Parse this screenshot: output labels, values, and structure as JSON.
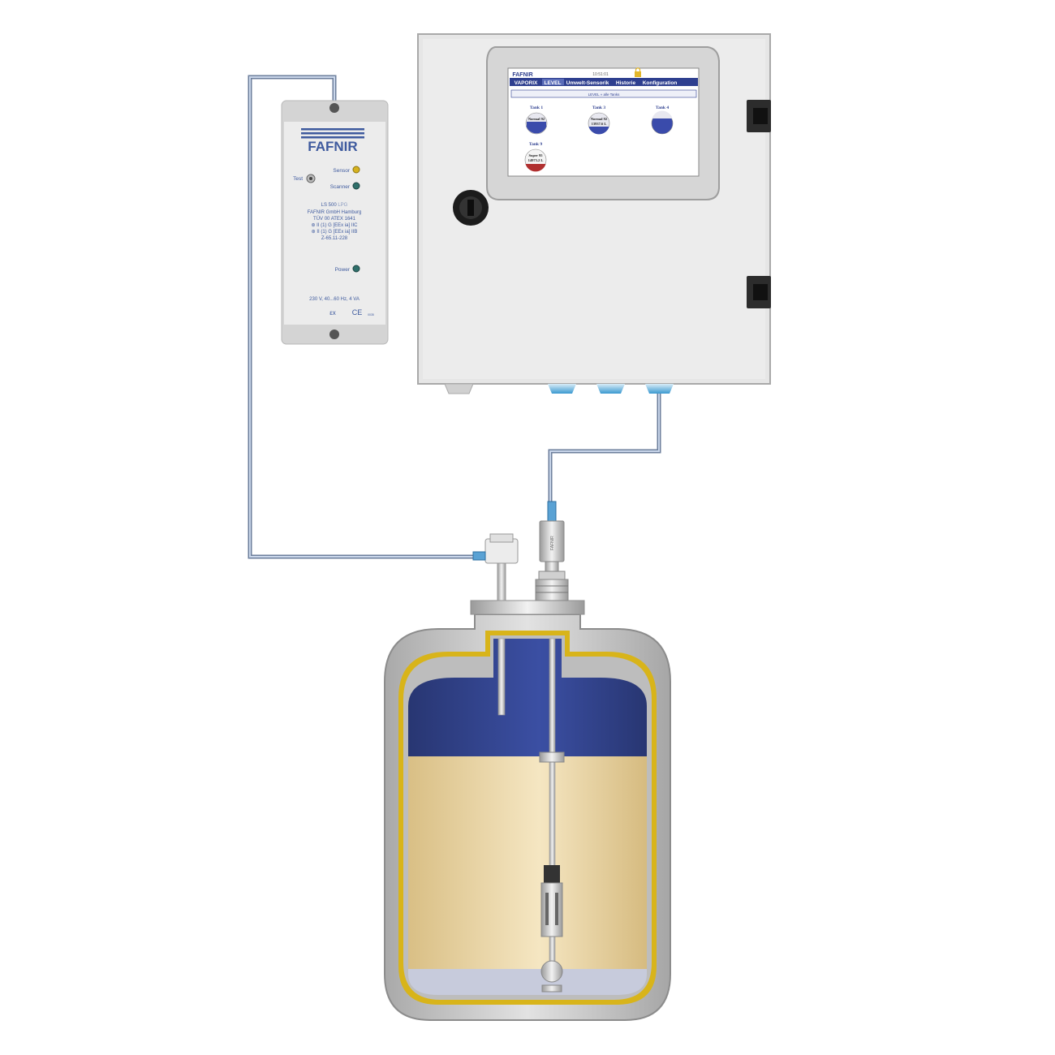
{
  "barrier": {
    "brand": "FAFNIR",
    "test_label": "Test",
    "sensor_label": "Sensor",
    "scanner_label": "Scanner",
    "power_label": "Power",
    "model": "LS 500",
    "model_suffix": "LPG",
    "cert_lines": [
      "FAFNIR GmbH Hamburg",
      "TÜV 00 ATEX 1641",
      "⊛ II (1) G [EEx ia] IIC",
      "⊛ II (1) G [EEx ia] IIB",
      "Z-65.11-228"
    ],
    "supply": "230 V, 40...60 Hz, 4 VA",
    "ex_mark": "εx",
    "ce_mark": "CE",
    "ce_number": "0035"
  },
  "screen": {
    "logo": "FAFNIR",
    "time": "10:51:01",
    "menu": [
      "VAPORIX",
      "LEVEL",
      "Umwelt-Sensorik",
      "Historie",
      "Konfiguration"
    ],
    "active_menu": "LEVEL",
    "status_bar": "LEVEL  »  alle Tanks",
    "tanks": [
      {
        "name": "Tank 1",
        "product": "Normal 92",
        "volume": "",
        "color": "#3a4bab"
      },
      {
        "name": "Tank 3",
        "product": "Normal 92",
        "volume": "13937.6 L",
        "color": "#3a4bab"
      },
      {
        "name": "Tank 4",
        "product": "",
        "volume": "",
        "color": "#3a4bab"
      },
      {
        "name": "Tank 9",
        "product": "Super 95",
        "volume": "14973.2 L",
        "color": "#b03030"
      }
    ]
  },
  "probe": {
    "label": "FAFNIR"
  },
  "colors": {
    "cabinet": "#ececec",
    "cable": "#a7b9d6",
    "liquid_gas": "#2f3e86",
    "liquid": "#f0ddb0",
    "tank_shell": "#c9c9c9",
    "insulation": "#d8b41a",
    "water": "#c7cbdc",
    "screen_blue": "#2e3f8f"
  }
}
